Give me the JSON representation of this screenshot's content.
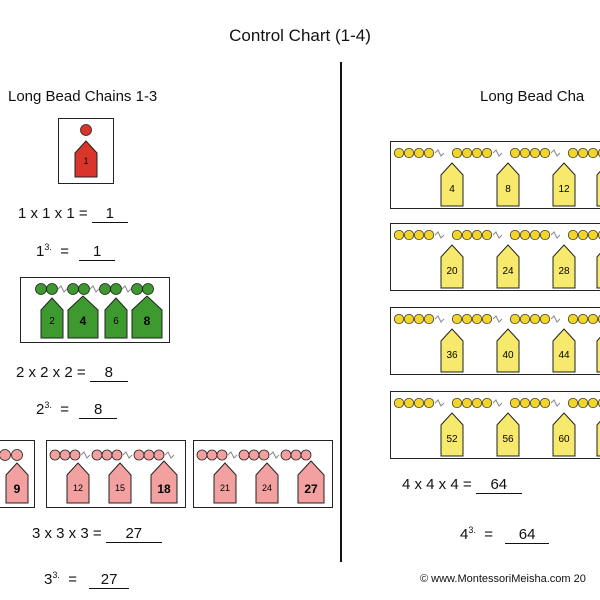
{
  "title": "Control Chart (1-4)",
  "left": {
    "heading": "Long Bead Chains 1-3",
    "chain1": {
      "labels": [
        "1"
      ],
      "eq1": "1 x 1 x 1 = ",
      "ans1": "1",
      "cube_base": "1",
      "cube_exp": "3.",
      "eq2_tail": "  =",
      "ans2": "1"
    },
    "chain2": {
      "labels": [
        "2",
        "4",
        "6",
        "8"
      ],
      "eq1": "2 x 2 x 2 = ",
      "ans1": "8",
      "cube_base": "2",
      "cube_exp": "3.",
      "eq2_tail": "  =",
      "ans2": "8"
    },
    "chain3": {
      "groups": [
        [
          "9"
        ],
        [
          "12",
          "15",
          "18"
        ],
        [
          "21",
          "24",
          "27"
        ]
      ],
      "eq1": "3 x 3 x 3 = ",
      "ans1": "27",
      "cube_base": "3",
      "cube_exp": "3.",
      "eq2_tail": "  =",
      "ans2": "27"
    }
  },
  "right": {
    "heading": "Long Bead Cha",
    "rows": [
      [
        "4",
        "8",
        "12"
      ],
      [
        "20",
        "24",
        "28"
      ],
      [
        "36",
        "40",
        "44"
      ],
      [
        "52",
        "56",
        "60"
      ]
    ],
    "eq1": "4 x 4 x 4 = ",
    "ans1": "64",
    "cube_base": "4",
    "cube_exp": "3.",
    "eq2_tail": "  =",
    "ans2": "64"
  },
  "footer": "© www.MontessoriMeisha.com 20",
  "colors": {
    "red": "#d9362b",
    "green": "#3e9a2e",
    "pink": "#f3a0a0",
    "yellow": "#f7e96b",
    "yellow_bead": "#f2d52b",
    "outline": "#222222"
  }
}
